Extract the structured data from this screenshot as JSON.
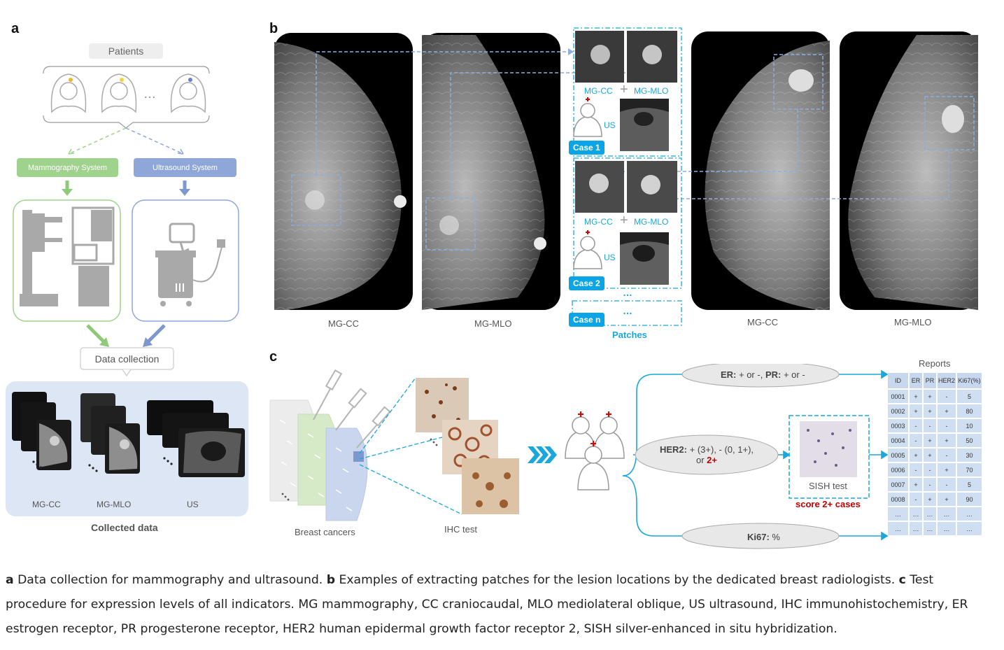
{
  "panels": {
    "a": "a",
    "b": "b",
    "c": "c"
  },
  "panel_a": {
    "patients_label": "Patients",
    "ellipsis": "…",
    "mammo_system": "Mammography System",
    "us_system": "Ultrasound System",
    "data_collection": "Data collection",
    "thumb_labels": [
      "MG-CC",
      "MG-MLO",
      "US"
    ],
    "collected_data": "Collected data",
    "colors": {
      "green": "#9fd28c",
      "blue": "#8ea6d8",
      "panel_bg": "#dde6f4"
    }
  },
  "panel_b": {
    "left_labels": [
      "MG-CC",
      "MG-MLO"
    ],
    "right_labels": [
      "MG-CC",
      "MG-MLO"
    ],
    "patch_labels": {
      "cc": "MG-CC",
      "plus": "+",
      "mlo": "MG-MLO",
      "us": "US"
    },
    "cases": [
      "Case 1",
      "Case 2",
      "Case n"
    ],
    "dots": "…",
    "patches_title": "Patches",
    "accent": "#0aa5e6"
  },
  "panel_c": {
    "breast_cancers": "Breast cancers",
    "ihc_test": "IHC test",
    "er_pr": {
      "er_key": "ER:",
      "er_val": " + or -, ",
      "pr_key": "PR:",
      "pr_val": " + or -"
    },
    "her2": {
      "key": "HER2:",
      "line1": " + (3+), - (0, 1+),",
      "line2_prefix": "or ",
      "line2_red": "2+"
    },
    "ki67": {
      "key": "Ki67:",
      "val": " %"
    },
    "sish_test": "SISH test",
    "score_cases": "score 2+ cases",
    "reports_title": "Reports",
    "table": {
      "headers": [
        "ID",
        "ER",
        "PR",
        "HER2",
        "Ki67(%)"
      ],
      "rows": [
        [
          "0001",
          "+",
          "+",
          "-",
          "5"
        ],
        [
          "0002",
          "+",
          "+",
          "+",
          "80"
        ],
        [
          "0003",
          "-",
          "-",
          "-",
          "10"
        ],
        [
          "0004",
          "-",
          "+",
          "+",
          "50"
        ],
        [
          "0005",
          "+",
          "+",
          "-",
          "30"
        ],
        [
          "0006",
          "-",
          "-",
          "+",
          "70"
        ],
        [
          "0007",
          "+",
          "-",
          "-",
          "5"
        ],
        [
          "0008",
          "-",
          "+",
          "+",
          "90"
        ],
        [
          "…",
          "…",
          "…",
          "…",
          "…"
        ],
        [
          "…",
          "…",
          "…",
          "…",
          "…"
        ]
      ]
    },
    "red": "#c00000",
    "accent": "#1aa7dc"
  },
  "caption": {
    "a_letter": "a",
    "a_text": " Data collection for mammography and ultrasound. ",
    "b_letter": "b",
    "b_text": " Examples of extracting patches for the lesion locations by the dedicated breast radiologists. ",
    "c_letter": "c",
    "c_text": " Test procedure for expression levels of all indicators. MG mammography, CC craniocaudal, MLO mediolateral oblique, US ultrasound, IHC immunohistochemistry, ER estrogen receptor, PR progesterone receptor, HER2 human epidermal growth factor receptor 2, SISH silver-enhanced in situ hybridization."
  }
}
